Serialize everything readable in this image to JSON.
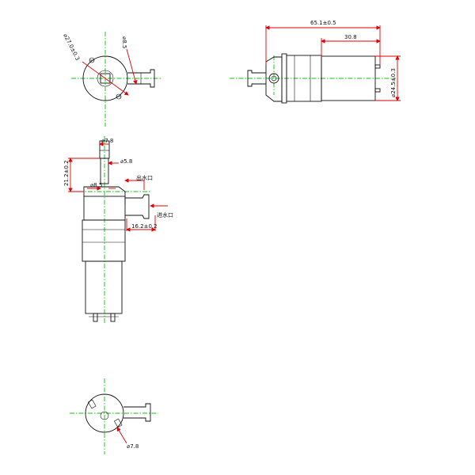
{
  "dimensions": {
    "overall_length": "65.1±0.5",
    "motor_length": "30.8",
    "motor_diameter": "⌀24.5±0.3",
    "body_diameter": "⌀27.0±0.3",
    "outlet_diameter_top": "⌀8.5",
    "outlet_diameter_side": "⌀8.5",
    "nozzle_tip": "⌀7.8",
    "nozzle_inner": "⌀5.8",
    "outlet_height": "21.2±0.2",
    "inlet_offset": "16.2±0.2",
    "bottom_nozzle": "⌀7.8"
  },
  "labels": {
    "outlet": "出水口",
    "inlet": "进水口"
  },
  "colors": {
    "dimension": "#e00000",
    "centerline": "#10c010",
    "outline": "#111111"
  }
}
